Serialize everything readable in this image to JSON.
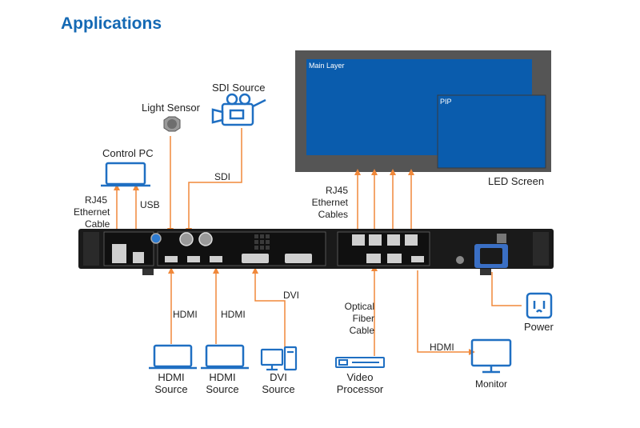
{
  "title": "Applications",
  "colors": {
    "title": "#1469b4",
    "wire": "#f0883a",
    "screen_bezel": "#555555",
    "screen_layer": "#0a5cad",
    "device": "#1a1a1a",
    "icon": "#1f6fc2"
  },
  "screen": {
    "main_layer": "Main Layer",
    "pip": "PIP",
    "caption": "LED Screen"
  },
  "labels": {
    "sdi_source": "SDI Source",
    "light_sensor": "Light Sensor",
    "control_pc": "Control PC",
    "sdi": "SDI",
    "rj45_eth_l1": "RJ45",
    "rj45_eth_l2": "Ethernet",
    "rj45_eth_l3": "Cable",
    "usb": "USB",
    "rj45_cab_l1": "RJ45",
    "rj45_cab_l2": "Ethernet",
    "rj45_cab_l3": "Cables",
    "hdmi_1": "HDMI",
    "hdmi_2": "HDMI",
    "dvi": "DVI",
    "optical_l1": "Optical",
    "optical_l2": "Fiber",
    "optical_l3": "Cable",
    "hdmi_out": "HDMI",
    "power": "Power",
    "monitor": "Monitor",
    "hdmi_src1_l1": "HDMI",
    "hdmi_src1_l2": "Source",
    "hdmi_src2_l1": "HDMI",
    "hdmi_src2_l2": "Source",
    "dvi_src_l1": "DVI",
    "dvi_src_l2": "Source",
    "video_proc_l1": "Video",
    "video_proc_l2": "Processor"
  },
  "icons": [
    "laptop-icon",
    "camera-icon",
    "light-sensor-icon",
    "desktop-pc-icon",
    "video-processor-icon",
    "monitor-icon",
    "power-outlet-icon"
  ]
}
